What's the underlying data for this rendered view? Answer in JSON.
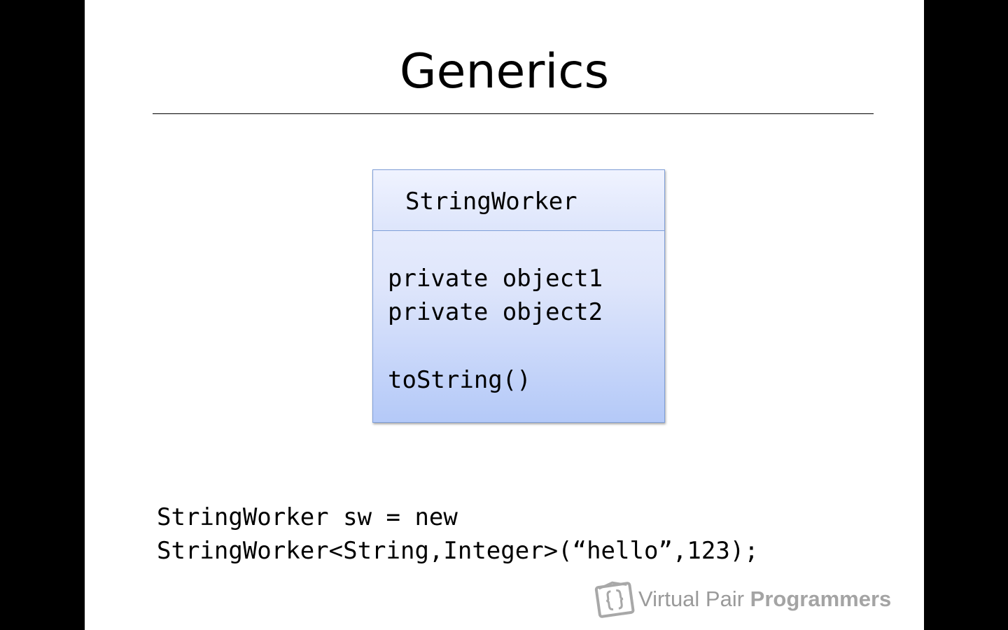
{
  "slide": {
    "title": "Generics"
  },
  "uml": {
    "class_name": "StringWorker",
    "fields": [
      "private object1",
      "private object2"
    ],
    "methods": [
      "toString()"
    ]
  },
  "code": {
    "lines": [
      "StringWorker sw = new",
      "StringWorker<String,Integer>(“hello”,123);"
    ]
  },
  "logo": {
    "text_light": "Virtual Pair ",
    "text_bold": "Programmers",
    "icon": "curly-braces-logo-icon"
  },
  "colors": {
    "letterbox": "#000000",
    "slide_background": "#ffffff",
    "uml_border": "#7f9fd8",
    "uml_fill_top": "#eef2ff",
    "uml_fill_bottom": "#b4c9f8",
    "logo_text": "#9a9a9a"
  }
}
